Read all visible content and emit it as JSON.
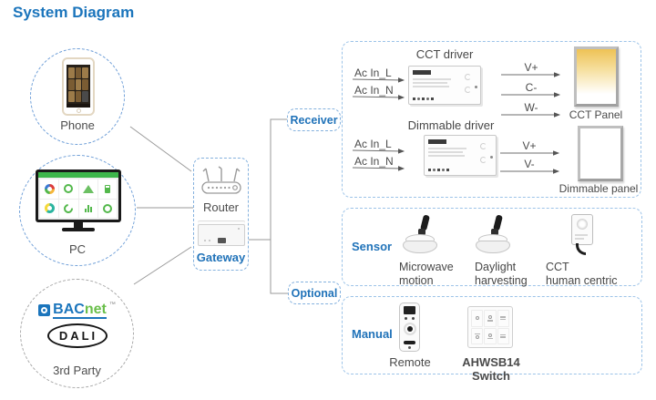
{
  "title": "System Diagram",
  "sources": {
    "phone": {
      "label": "Phone"
    },
    "pc": {
      "label": "PC"
    },
    "third_party": {
      "label": "3rd Party",
      "bacnet_prefix": "BAC",
      "bacnet_suffix": "net",
      "bacnet_tm": "™",
      "dali": "DALI"
    }
  },
  "hub": {
    "router": "Router",
    "gateway": "Gateway"
  },
  "branches": {
    "receiver": "Receiver",
    "optional": "Optional"
  },
  "receiver_section": {
    "cct": {
      "title": "CCT driver",
      "inputs": [
        "Ac In_L",
        "Ac In_N"
      ],
      "outputs": [
        "V+",
        "C-",
        "W-"
      ],
      "panel": "CCT Panel"
    },
    "dimmable": {
      "title": "Dimmable driver",
      "inputs": [
        "Ac In_L",
        "Ac In_N"
      ],
      "outputs": [
        "V+",
        "V-"
      ],
      "panel": "Dimmable panel"
    }
  },
  "sensor_section": {
    "label": "Sensor",
    "items": [
      {
        "line1": "Microwave",
        "line2": "motion"
      },
      {
        "line1": "Daylight",
        "line2": "harvesting"
      },
      {
        "line1": "CCT",
        "line2": "human centric"
      }
    ]
  },
  "manual_section": {
    "label": "Manual",
    "remote": "Remote",
    "switch": "AHWSB14 Switch"
  },
  "colors": {
    "accent_blue": "#2173b9",
    "title_blue": "#1b75bc",
    "text_gray": "#4d4d4d",
    "connector_gray": "#9a9a9a",
    "dashed_border_blue": "#9cc3e8",
    "bacnet_green": "#6abf4b",
    "cct_panel_warm": "#eec255",
    "dashboard_green": "#3cb54a"
  }
}
